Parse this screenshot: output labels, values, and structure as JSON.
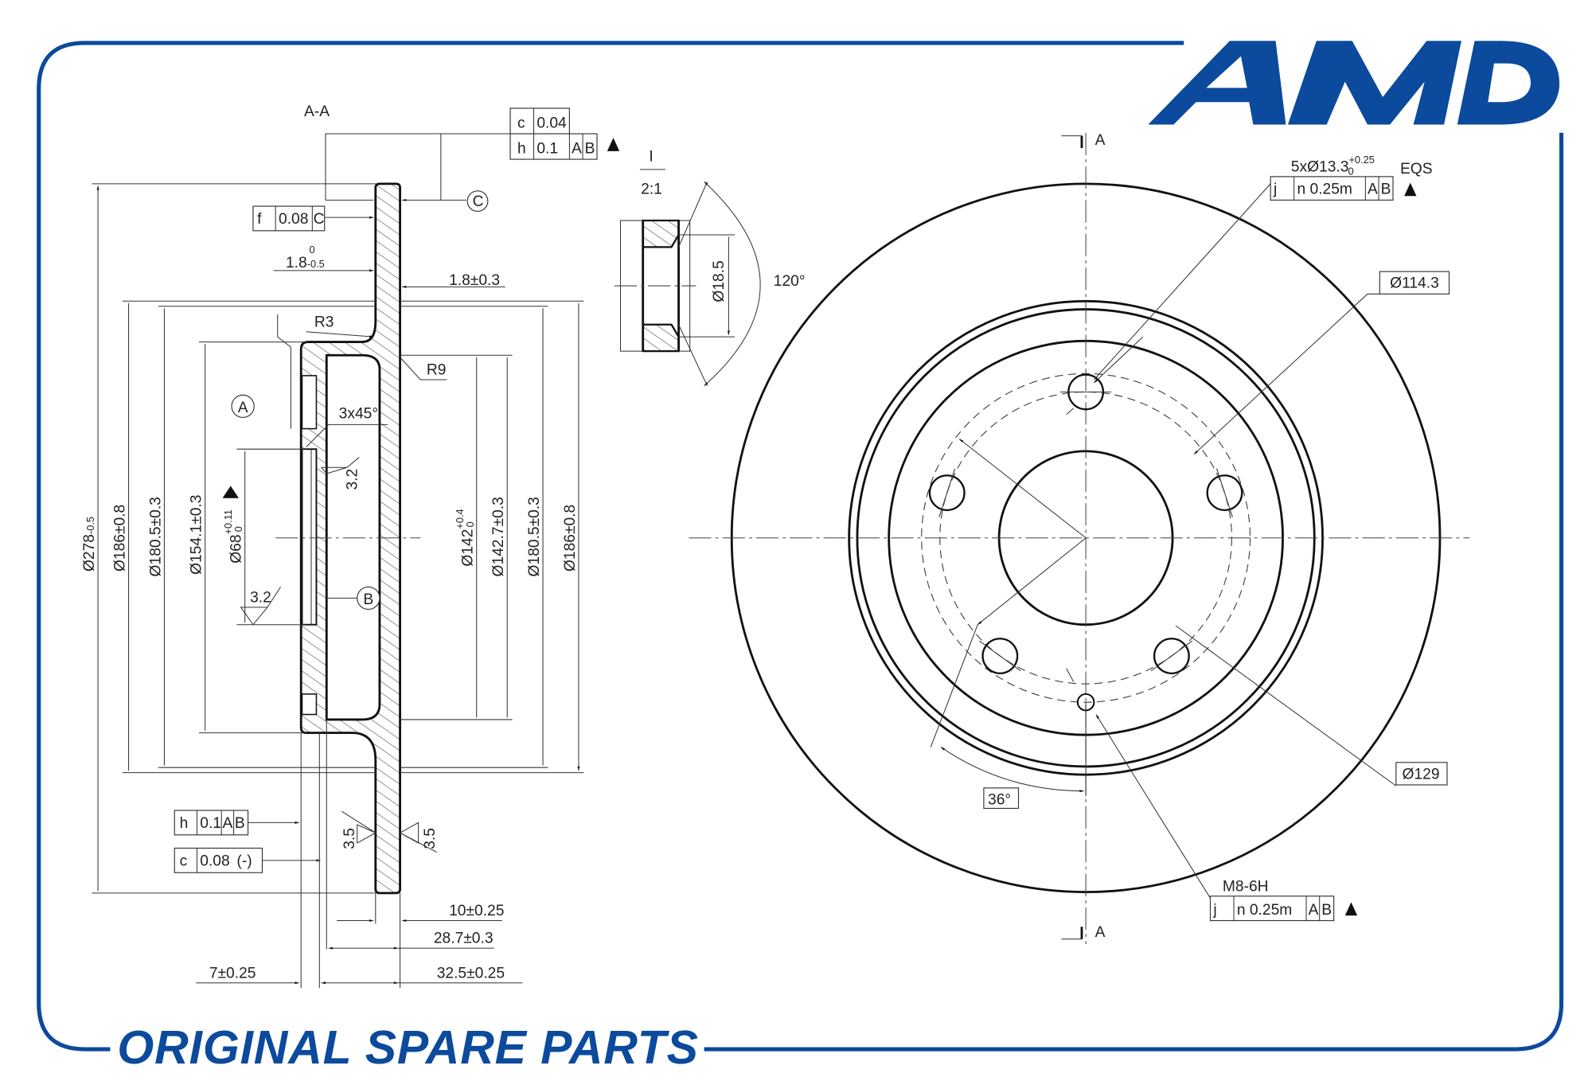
{
  "brand": {
    "logo": "AMD",
    "tagline": "ORIGINAL SPARE PARTS",
    "color": "#0b4a9c"
  },
  "section": {
    "title": "A-A",
    "fcf_top": {
      "row1": [
        "c",
        "0.04"
      ],
      "row2": [
        "h",
        "0.1",
        "A",
        "B"
      ]
    },
    "fcf_flat": [
      "f",
      "0.08",
      "C"
    ],
    "thk_hat": {
      "base": "1.8",
      "upper": "0",
      "lower": "-0.5"
    },
    "thk_hat2": "1.8±0.3",
    "r3": "R3",
    "r9": "R9",
    "chamfer": "3x45°",
    "datums": {
      "a": "A",
      "b": "B",
      "c": "C"
    },
    "rough_hub": "3.2",
    "rough_bore": "3.2",
    "rough_l": "3.5",
    "rough_r": "3.5",
    "dia_left": [
      {
        "base": "Ø278",
        "tol": "-0.5"
      },
      {
        "base": "Ø186±0.8",
        "tol": ""
      },
      {
        "base": "Ø180.5±0.3",
        "tol": ""
      },
      {
        "base": "Ø154.1±0.3",
        "tol": ""
      }
    ],
    "bore": {
      "base": "Ø68",
      "upper": "+0.11",
      "lower": "0"
    },
    "dia_right": [
      {
        "base": "Ø142",
        "upper": "+0.4",
        "lower": "0"
      },
      {
        "base": "Ø142.7±0.3"
      },
      {
        "base": "Ø180.5±0.3"
      },
      {
        "base": "Ø186±0.8"
      }
    ],
    "fcf_h": [
      "h",
      "0.1",
      "A",
      "B"
    ],
    "fcf_c": [
      "c",
      "0.08",
      "(-)"
    ],
    "widths": {
      "w10": "10±0.25",
      "w28": "28.7±0.3",
      "w7": "7±0.25",
      "w32": "32.5±0.25"
    }
  },
  "detail": {
    "id": "I",
    "scale": "2:1",
    "dia": "Ø18.5",
    "angle": "120°"
  },
  "front": {
    "section_mark": "A",
    "holes": {
      "base": "5xØ13.3",
      "upper": "+0.25",
      "lower": "0",
      "eqs": "EQS",
      "fcf": [
        "j",
        "n 0.25m",
        "A",
        "B"
      ]
    },
    "pcd": "Ø114.3",
    "outer_pcd": "Ø129",
    "angle": "36°",
    "thread": {
      "label": "M8-6H",
      "fcf": [
        "j",
        "n 0.25m",
        "A",
        "B"
      ]
    }
  }
}
